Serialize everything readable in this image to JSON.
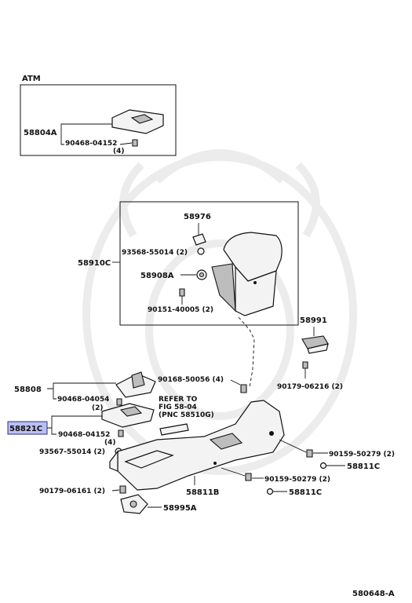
{
  "diagram_code": "580648-A",
  "colors": {
    "highlight": "#b9bff0",
    "ink": "#111111"
  },
  "callouts": {
    "atm": "ATM",
    "p58804A": "58804A",
    "p90468_04152_a": "90468-04152",
    "qty4_a": "(4)",
    "p58976": "58976",
    "p93568_55014": "93568-55014 (2)",
    "p58910C": "58910C",
    "p58908A": "58908A",
    "p90151_40005": "90151-40005 (2)",
    "p58991": "58991",
    "p90168_50056": "90168-50056 (4)",
    "p90179_06216": "90179-06216 (2)",
    "p58808": "58808",
    "p90468_04054": "90468-04054",
    "qty2": "(2)",
    "refer_line1": "REFER TO",
    "refer_line2": "FIG 58-04",
    "refer_line3": "(PNC 58510G)",
    "p58821C": "58821C",
    "p90468_04152_b": "90468-04152",
    "qty4_b": "(4)",
    "p93567_55014": "93567-55014 (2)",
    "p90159_50279_a": "90159-50279 (2)",
    "p58811C_a": "58811C",
    "p90159_50279_b": "90159-50279 (2)",
    "p58811C_b": "58811C",
    "p90179_06161": "90179-06161 (2)",
    "p58811B": "58811B",
    "p58995A": "58995A"
  }
}
